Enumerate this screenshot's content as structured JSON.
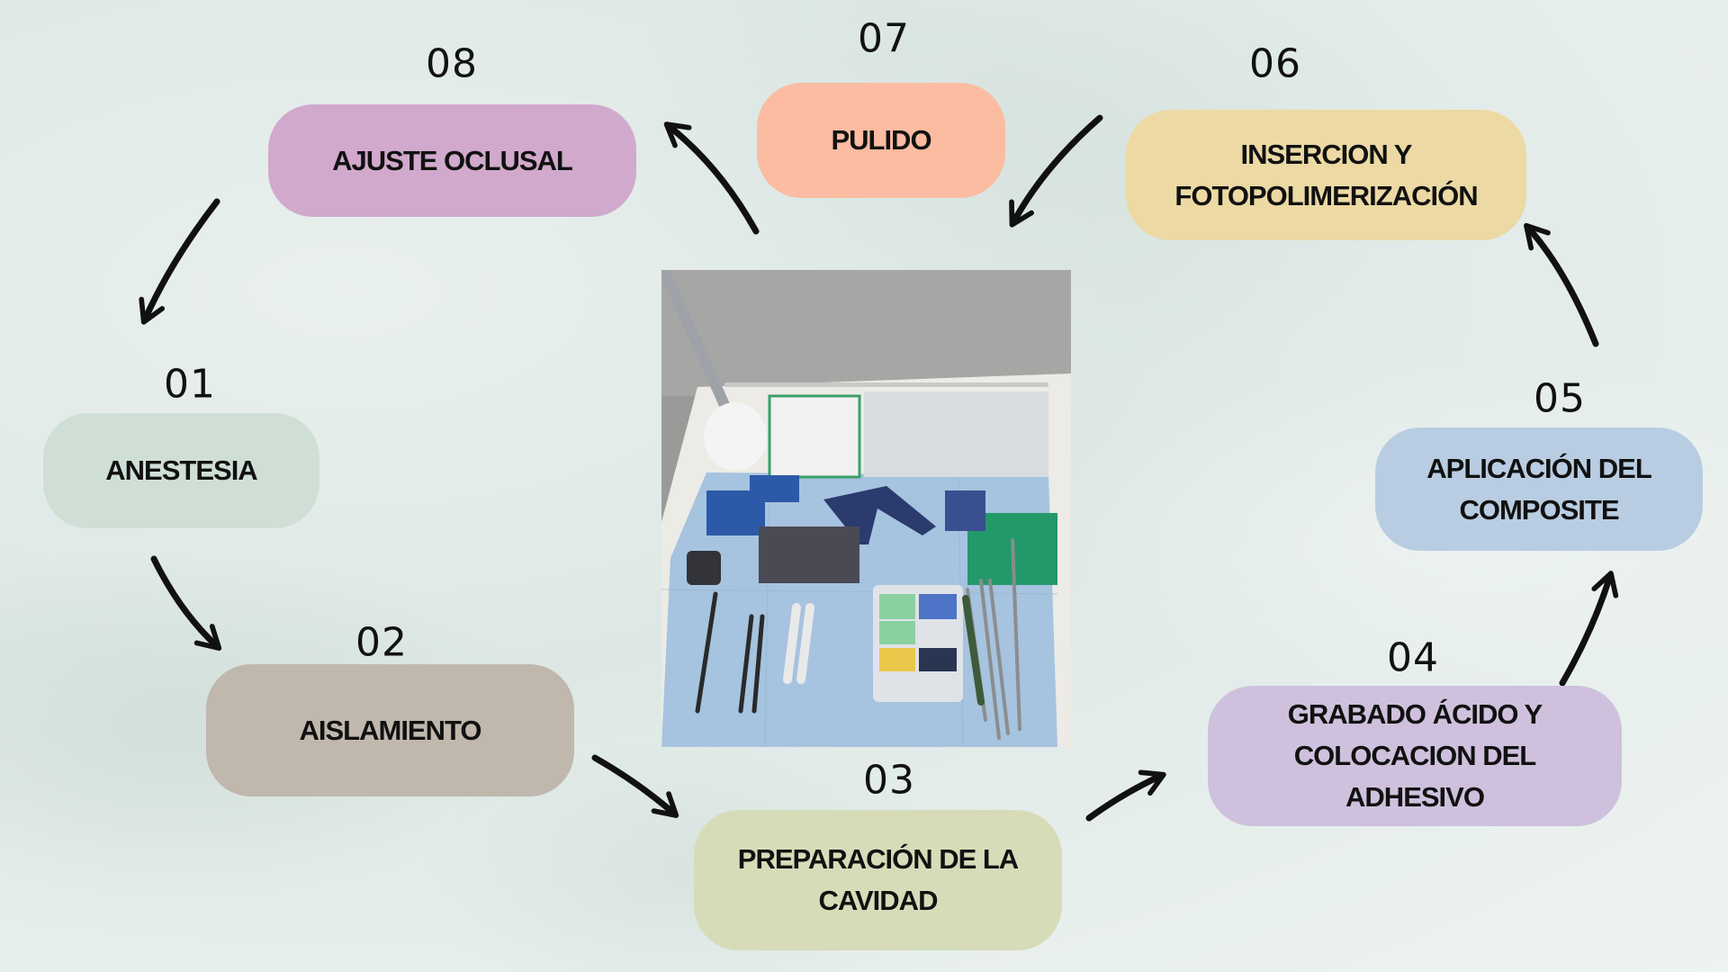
{
  "steps": [
    {
      "number": "01",
      "label": "ANESTESIA",
      "color": "#cfdfd6"
    },
    {
      "number": "02",
      "label": "AISLAMIENTO",
      "color": "#c0b7ad"
    },
    {
      "number": "03",
      "label": "PREPARACIÓN DE LA\nCAVIDAD",
      "color": "#d6dcb8"
    },
    {
      "number": "04",
      "label": "GRABADO ÁCIDO Y\nCOLOCACION DEL\nADHESIVO",
      "color": "#cfc1dd"
    },
    {
      "number": "05",
      "label": "APLICACIÓN DEL\nCOMPOSITE",
      "color": "#b9cde2"
    },
    {
      "number": "06",
      "label": "INSERCION Y\nFOTOPOLIMERIZACIÓN",
      "color": "#ecd9a4"
    },
    {
      "number": "07",
      "label": "PULIDO",
      "color": "#fbbca1"
    },
    {
      "number": "08",
      "label": "AJUSTE OCLUSAL",
      "color": "#d1a9cc"
    }
  ]
}
